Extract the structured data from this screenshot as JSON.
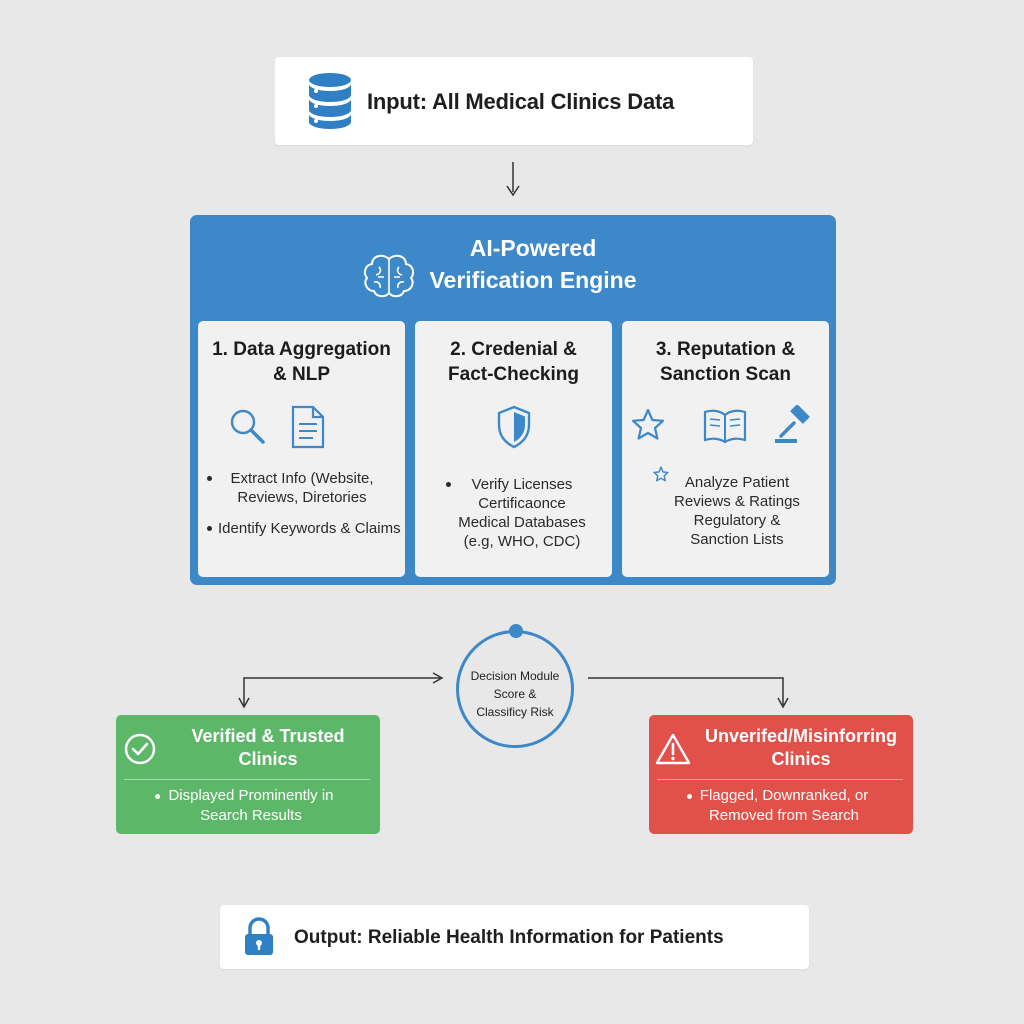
{
  "input": {
    "label": "Input: All Medical Clinics Data",
    "icon": "database-icon"
  },
  "engine": {
    "title_line1": "AI-Powered",
    "title_line2": "Verification Engine",
    "icon": "brain-icon",
    "color": "#3d88c8",
    "panels": [
      {
        "title_line1": "1. Data Aggregation",
        "title_line2": "& NLP",
        "icons": [
          "search-icon",
          "document-icon"
        ],
        "items": [
          [
            "Extract Info (Website,",
            "Reviews, Diretories"
          ],
          [
            "Identify Keywords & Claims"
          ]
        ]
      },
      {
        "title_line1": "2. Credenial &",
        "title_line2": "Fact-Checking",
        "icons": [
          "shield-icon"
        ],
        "items": [
          [
            "Verify Licenses",
            "Certificaonce",
            "Medical Databases",
            "(e.g, WHO, CDC)"
          ]
        ]
      },
      {
        "title_line1": "3. Reputation &",
        "title_line2": "Sanction Scan",
        "icons": [
          "star-icon",
          "book-icon",
          "gavel-icon"
        ],
        "items": [
          [
            "Analyze Patient",
            "Reviews & Ratings",
            "Regulatory &",
            "Sanction Lists"
          ]
        ]
      }
    ]
  },
  "decision": {
    "line1": "Decision Module",
    "line2": "Score &",
    "line3": "Classificy Risk"
  },
  "verified": {
    "title_line1": "Verified & Trusted",
    "title_line2": "Clinics",
    "desc_line1": "Displayed Prominently in",
    "desc_line2": "Search Results",
    "color": "#5cb868",
    "icon": "check-circle-icon"
  },
  "unverified": {
    "title_line1": "Unverifed/Misinforring",
    "title_line2": "Clinics",
    "desc_line1": "Flagged, Downranked, or",
    "desc_line2": "Removed from Search",
    "color": "#e2504a",
    "icon": "warning-icon"
  },
  "output": {
    "label": "Output: Reliable Health Information for Patients",
    "icon": "lock-icon"
  }
}
